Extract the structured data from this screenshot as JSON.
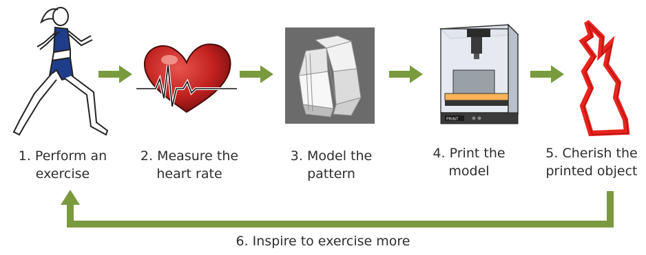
{
  "steps": [
    {
      "number": "1.",
      "label": "1. Perform an\nexercise",
      "icon": "runner-icon"
    },
    {
      "number": "2.",
      "label": "2. Measure the\nheart rate",
      "icon": "heart-rate-icon"
    },
    {
      "number": "3.",
      "label": "3. Model the\npattern",
      "icon": "3d-model-icon"
    },
    {
      "number": "4.",
      "label": "4. Print the\nmodel",
      "icon": "3d-printer-icon"
    },
    {
      "number": "5.",
      "label": "5. Cherish the\nprinted object",
      "icon": "printed-object-icon"
    }
  ],
  "loop": {
    "label": "6. Inspire to exercise more"
  },
  "printer": {
    "brand": "PRINT"
  },
  "colors": {
    "arrow": "#7a9a3e",
    "heart": "#c0201e",
    "object": "#e8231e",
    "runner": "#1f3d8a",
    "model_bg": "#6b6b6b"
  }
}
